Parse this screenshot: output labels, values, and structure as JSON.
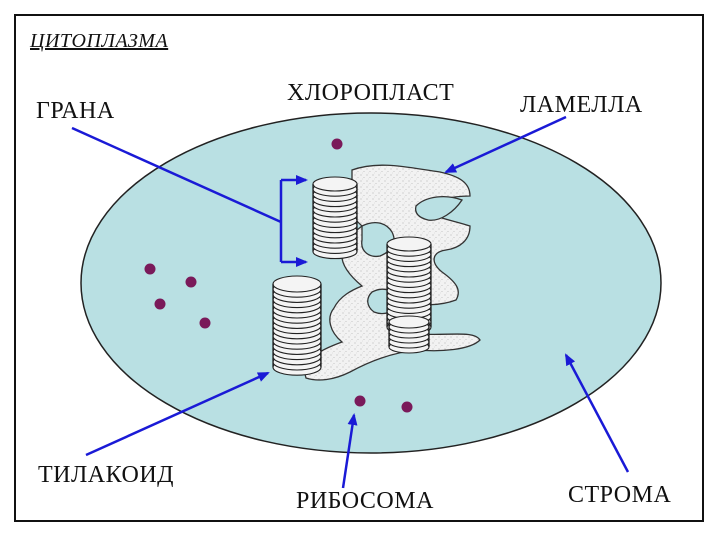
{
  "labels": {
    "cytoplasm": "ЦИТОПЛАЗМА",
    "grana": "ГРАНА",
    "chloroplast": "ХЛОРОПЛАСТ",
    "lamella": "ЛАМЕЛЛА",
    "thylakoid": "ТИЛАКОИД",
    "ribosome": "РИБОСОМА",
    "stroma": "СТРОМА"
  },
  "colors": {
    "stroma_fill": "#b9e0e3",
    "arrow": "#1a1ad6",
    "ribosome": "#7a1a5a",
    "membrane": "#f2f2f2",
    "outline": "#222222"
  }
}
